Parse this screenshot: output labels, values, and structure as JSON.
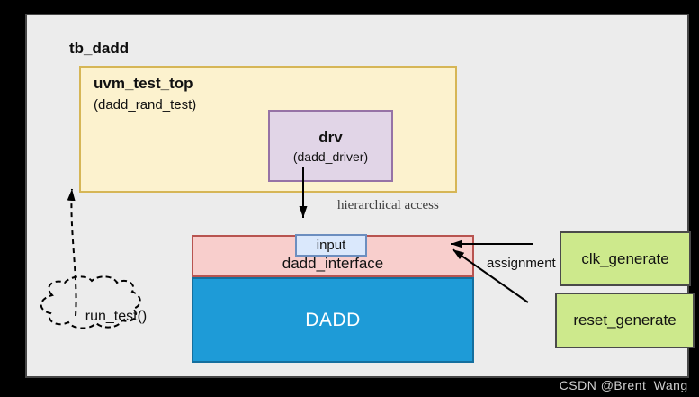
{
  "page": {
    "watermark": "CSDN @Brent_Wang_"
  },
  "diagram": {
    "root_label": "tb_dadd",
    "test_box": {
      "title": "uvm_test_top",
      "subtitle": "(dadd_rand_test)"
    },
    "driver_box": {
      "title": "drv",
      "subtitle": "(dadd_driver)"
    },
    "interface_box": {
      "label": "dadd_interface",
      "port": "input"
    },
    "dut_box": {
      "label": "DADD"
    },
    "clk_box": {
      "label": "clk_generate"
    },
    "reset_box": {
      "label": "reset_generate"
    },
    "cloud": {
      "label": "run_test()"
    },
    "edge_labels": {
      "hierarchical": "hierarchical access",
      "assignment": "assignment"
    },
    "colors": {
      "test_fill": "#fcf2ce",
      "test_stroke": "#d6b656",
      "driver_fill": "#e1d5e7",
      "driver_stroke": "#9673a6",
      "interface_fill": "#f8cecc",
      "interface_stroke": "#b85450",
      "port_fill": "#dae8fc",
      "port_stroke": "#6c8ebf",
      "dut_fill": "#1e9bd7",
      "dut_stroke": "#156f9e",
      "gen_fill": "#cde98c",
      "gen_stroke": "#4a4a4a"
    }
  }
}
